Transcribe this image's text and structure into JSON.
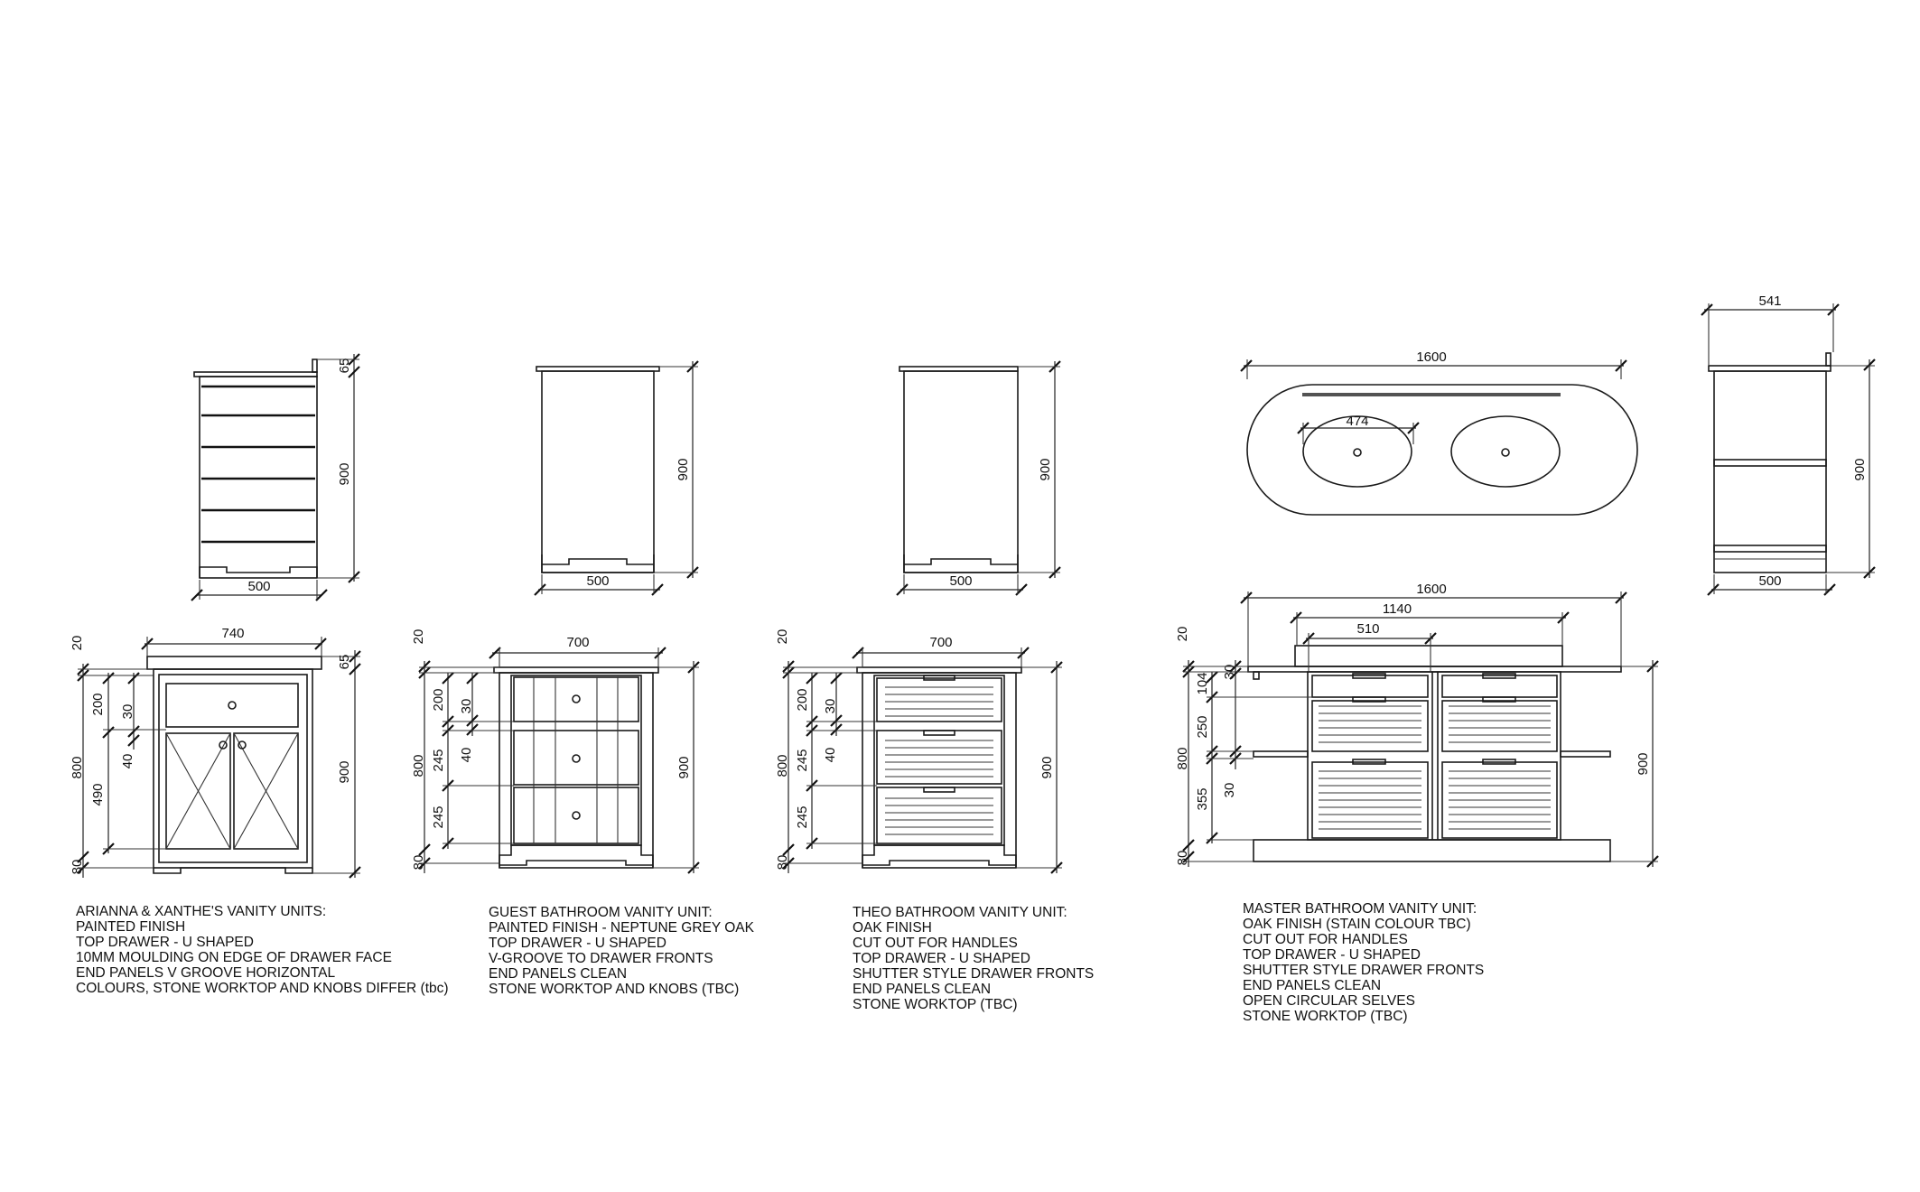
{
  "units": [
    {
      "id": "arianna",
      "spec_lines": [
        "ARIANNA & XANTHE'S VANITY UNITS:",
        "PAINTED FINISH",
        "TOP DRAWER - U SHAPED",
        "10MM MOULDING ON EDGE OF DRAWER FACE",
        "END PANELS V GROOVE HORIZONTAL",
        "COLOURS, STONE WORKTOP AND KNOBS DIFFER (tbc)"
      ],
      "dims": {
        "side_width": "500",
        "side_height": "900",
        "top_upstand": "65",
        "front_width": "740",
        "front_height": "900",
        "front_upstand": "65",
        "worktop": "20",
        "carcass": "800",
        "drawer": "200",
        "gap_top": "30",
        "gap_mid": "40",
        "door": "490",
        "plinth": "80"
      }
    },
    {
      "id": "guest",
      "spec_lines": [
        "GUEST BATHROOM VANITY UNIT:",
        "PAINTED FINISH - NEPTUNE GREY OAK",
        "TOP DRAWER - U SHAPED",
        "V-GROOVE TO DRAWER FRONTS",
        "END PANELS CLEAN",
        "STONE WORKTOP AND KNOBS (TBC)"
      ],
      "dims": {
        "side_width": "500",
        "side_height": "900",
        "front_width": "700",
        "front_height": "900",
        "worktop": "20",
        "carcass": "800",
        "drawer_top": "200",
        "gap_top": "30",
        "drawer_mid": "245",
        "gap_mid": "40",
        "drawer_bottom": "245",
        "plinth": "80"
      }
    },
    {
      "id": "theo",
      "spec_lines": [
        "THEO BATHROOM VANITY UNIT:",
        "OAK FINISH",
        "CUT OUT FOR HANDLES",
        "TOP DRAWER - U SHAPED",
        "SHUTTER STYLE DRAWER FRONTS",
        "END PANELS CLEAN",
        "STONE WORKTOP (TBC)"
      ],
      "dims": {
        "side_width": "500",
        "side_height": "900",
        "front_width": "700",
        "front_height": "900",
        "worktop": "20",
        "carcass": "800",
        "drawer_top": "200",
        "gap_top": "30",
        "drawer_mid": "245",
        "gap_mid": "40",
        "drawer_bottom": "245",
        "plinth": "80"
      }
    },
    {
      "id": "master",
      "spec_lines": [
        "MASTER BATHROOM VANITY UNIT:",
        "OAK FINISH (STAIN COLOUR TBC)",
        "CUT OUT FOR HANDLES",
        "TOP DRAWER - U SHAPED",
        "SHUTTER STYLE DRAWER FRONTS",
        "END PANELS CLEAN",
        "OPEN CIRCULAR SELVES",
        "STONE WORKTOP (TBC)"
      ],
      "dims": {
        "plan_width": "1600",
        "basin_width": "474",
        "end_depth": "541",
        "end_height": "900",
        "end_width": "500",
        "front_width": "1600",
        "inner_width": "1140",
        "drawer_width": "510",
        "front_height": "900",
        "worktop": "20",
        "carcass": "800",
        "gap_top": "30",
        "drawer_top": "104",
        "drawer_mid": "250",
        "gap_mid": "30",
        "drawer_bottom": "355",
        "plinth": "80"
      }
    }
  ]
}
